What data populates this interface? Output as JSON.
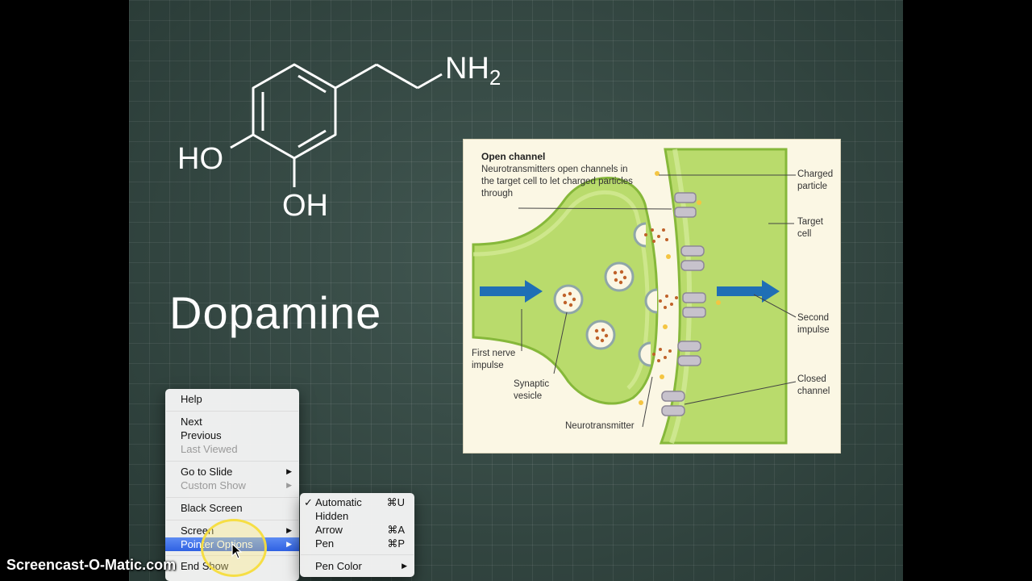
{
  "slide": {
    "title": "Dopamine",
    "molecule": {
      "amine": "NH",
      "amine_sub": "2",
      "hydroxyl_1": "HO",
      "hydroxyl_2": "OH"
    },
    "figure": {
      "heading": "Open channel",
      "caption": "Neurotransmitters open channels in the target cell to let charged particles through",
      "labels": {
        "charged_particle": "Charged particle",
        "target_cell": "Target cell",
        "second_impulse": "Second impulse",
        "closed_channel": "Closed channel",
        "first_nerve_impulse": "First nerve impulse",
        "synaptic_vesicle": "Synaptic vesicle",
        "neurotransmitter": "Neurotransmitter"
      },
      "colors": {
        "cell": "#b9db6c",
        "cell_edge": "#86b83a",
        "arrow": "#1f6fb5",
        "particle": "#f4c542",
        "vesicle_dots": "#c0622a"
      }
    }
  },
  "context_menu": {
    "items": [
      {
        "label": "Help"
      },
      {
        "label": "Next"
      },
      {
        "label": "Previous"
      },
      {
        "label": "Last Viewed",
        "disabled": true
      },
      {
        "label": "Go to Slide",
        "submenu": true
      },
      {
        "label": "Custom Show",
        "submenu": true,
        "disabled": true
      },
      {
        "label": "Black Screen"
      },
      {
        "label": "Screen",
        "submenu": true
      },
      {
        "label": "Pointer Options",
        "submenu": true,
        "highlighted": true
      },
      {
        "label": "End Show"
      }
    ]
  },
  "pointer_submenu": {
    "items": [
      {
        "label": "Automatic",
        "shortcut": "⌘U",
        "checked": true
      },
      {
        "label": "Hidden",
        "shortcut": ""
      },
      {
        "label": "Arrow",
        "shortcut": "⌘A"
      },
      {
        "label": "Pen",
        "shortcut": "⌘P"
      },
      {
        "label": "Pen Color",
        "submenu": true
      }
    ]
  },
  "watermark": "Screencast-O-Matic.com"
}
